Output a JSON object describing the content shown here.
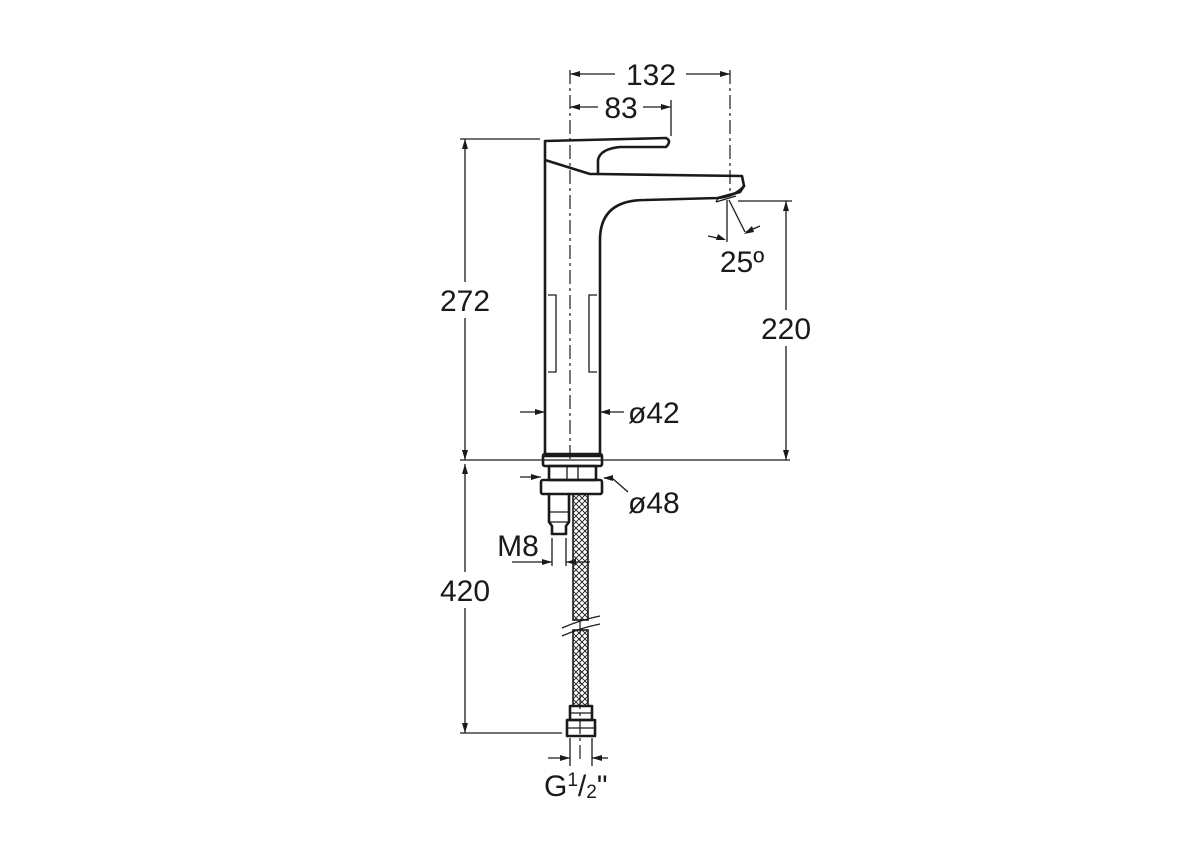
{
  "diagram": {
    "dimensions": {
      "spout_reach": "132",
      "lever_length": "83",
      "total_height": "272",
      "spout_height": "220",
      "spray_angle": "25º",
      "body_diameter": "ø42",
      "base_diameter": "ø48",
      "fixing_thread": "M8",
      "hose_length": "420",
      "connection_thread": "G",
      "connection_fraction_num": "1",
      "connection_fraction_sep": "/",
      "connection_fraction_den": "2",
      "connection_inch": "\""
    },
    "colors": {
      "line": "#1a1a1a",
      "background": "#ffffff"
    }
  }
}
